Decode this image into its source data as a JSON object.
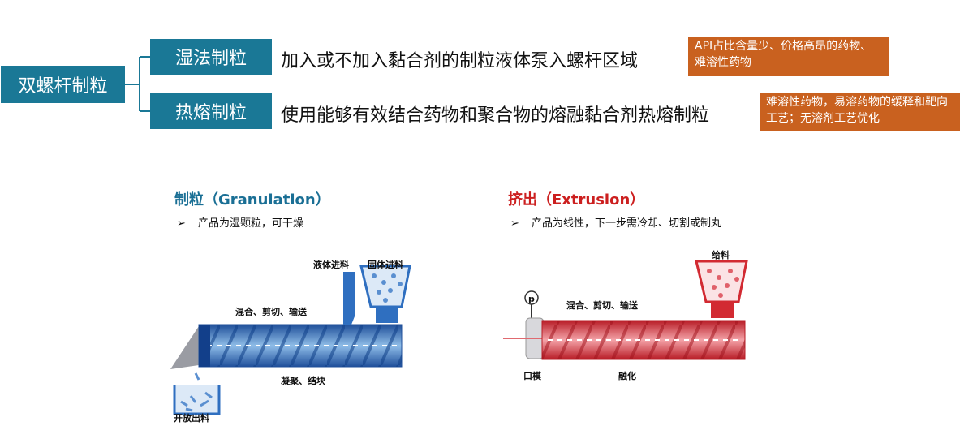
{
  "root": {
    "label": "双螺杆制粒"
  },
  "branches": [
    {
      "label": "湿法制粒",
      "description": "加入或不加入黏合剂的制粒液体泵入螺杆区域",
      "note": "API占比含量少、价格高昂的药物、难溶性药物"
    },
    {
      "label": "热熔制粒",
      "description": "使用能够有效结合药物和聚合物的熔融黏合剂热熔制粒",
      "note": "难溶性药物，易溶药物的缓释和靶向工艺；无溶剂工艺优化"
    }
  ],
  "granulation": {
    "title": "制粒（Granulation）",
    "bullet": "产品为湿颗粒，可干燥",
    "labels": {
      "liquid_feed": "液体进料",
      "solid_feed": "固体进料",
      "mixing": "混合、剪切、输送",
      "agglomeration": "凝聚、结块",
      "open_outlet": "开放出料"
    }
  },
  "extrusion": {
    "title": "挤出（Extrusion）",
    "bullet": "产品为线性，下一步需冷却、切割或制丸",
    "labels": {
      "feed": "给料",
      "pressure": "p",
      "mixing": "混合、剪切、输送",
      "die": "口模",
      "melt": "融化"
    }
  },
  "colors": {
    "teal": "#1a7896",
    "orange": "#c9611f",
    "granulation_title": "#1a6f95",
    "extrusion_title": "#cc1f1f",
    "screw_blue": "#2f6fc0",
    "screw_red": "#d22a32"
  },
  "icons": {
    "bullet": "arrowhead-bullet-icon"
  }
}
